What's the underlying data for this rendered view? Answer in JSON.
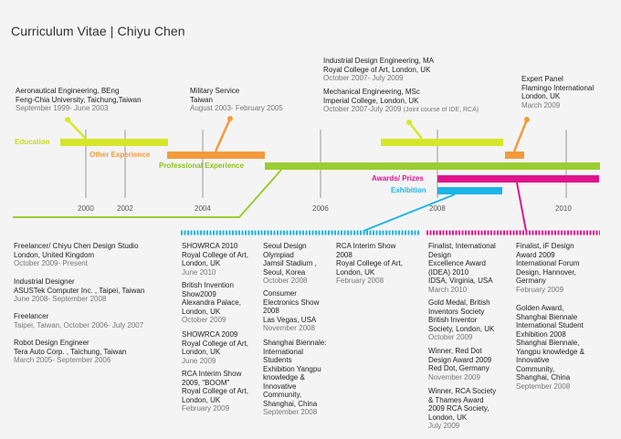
{
  "header": {
    "title": "Curriculum Vitae | Chiyu Chen"
  },
  "tracks": {
    "education": "Education",
    "other": "Other Experience",
    "professional": "Professional Experience",
    "awards": "Awards/ Prizes",
    "exhibition": "Exhibition"
  },
  "years": [
    "2000",
    "2002",
    "2004",
    "2006",
    "2008",
    "2010"
  ],
  "top_entries": {
    "beng": {
      "l1": "Aeronautical Engineering, BEng",
      "l2": "Feng-Chia University, Taichung,Taiwan",
      "date": "September 1999- June 2003"
    },
    "military": {
      "l1": "Military Service",
      "l2": "Taiwan",
      "date": "August 2003- February 2005"
    },
    "ide": {
      "l1": "Industrial Design Engineering, MA",
      "l2": "Royal College of Art, London, UK",
      "date": "October 2007- July 2009"
    },
    "msc": {
      "l1": "Mechanical Engineering, MSc",
      "l2": "Imperial College, London, UK",
      "date": "October 2007-July 2009",
      "note": "(Joint course of IDE, RCA)"
    },
    "panel": {
      "l1": "Expert Panel",
      "l2": "Flamingo International",
      "l3": "London, UK",
      "date": "March 2009"
    }
  },
  "professional": [
    {
      "l1": "Freelancer/ Chiyu Chen Design Studio",
      "l2": "London, United Kingdom",
      "date": "October 2009- Present"
    },
    {
      "l1": "Industrial Designer",
      "l2": "ASUSTek Computer Inc. , Taipei, Taiwan",
      "date": "June 2008- September 2008"
    },
    {
      "l1": "Freelancer",
      "l2": "Taipei, Taiwan, October 2006- July 2007",
      "date": ""
    },
    {
      "l1": "Robot Design Engineer",
      "l2": "Tera Auto Corp. , Taichung, Taiwan",
      "date": "March 2005- September 2006"
    }
  ],
  "exhibitions": {
    "col1": [
      {
        "lines": [
          "SHOWRCA 2010",
          "Royal College of Art,",
          "London, UK"
        ],
        "date": "June 2010"
      },
      {
        "lines": [
          "British Invention",
          "Show2009",
          "Alexandra Palace,",
          "London, UK"
        ],
        "date": "October 2009"
      },
      {
        "lines": [
          "SHOWRCA 2009",
          "Royal College of Art,",
          "London, UK"
        ],
        "date": "June 2009"
      },
      {
        "lines": [
          "RCA Interim Show",
          "2009, \"BOOM\"",
          "Royal College of Art,",
          "London, UK"
        ],
        "date": "February 2009"
      }
    ],
    "col2": [
      {
        "lines": [
          "Seoul Design",
          "Olympiad",
          "Jamsil Stadium ,",
          "Seoul, Korea"
        ],
        "date": "October 2008"
      },
      {
        "lines": [
          "Consumer",
          "Electronics Show",
          "2008",
          "Las Vegas, USA"
        ],
        "date": "November 2008"
      },
      {
        "lines": [
          "Shanghai Biennale:",
          "International",
          "Students",
          "Exhibition Yangpu",
          "knowledge &",
          "Innovative",
          "Community,",
          "Shanghai, China"
        ],
        "date": "September 2008"
      }
    ],
    "col3": [
      {
        "lines": [
          "RCA Interim Show",
          "2008",
          "Royal College of Art,",
          "London, UK"
        ],
        "date": "February 2008"
      }
    ]
  },
  "awards": {
    "col1": [
      {
        "lines": [
          "Finalist, International",
          "Design",
          "Excellence Award",
          "(IDEA) 2010",
          "IDSA, Virginia, USA"
        ],
        "date": "March 2010"
      },
      {
        "lines": [
          "Gold Medal, British",
          "Inventors Society",
          "British Inventor",
          "Society, London, UK"
        ],
        "date": "October 2009"
      },
      {
        "lines": [
          "Winner, Red Dot",
          "Design Award 2009",
          "Red Dot, Germany"
        ],
        "date": "November 2009"
      },
      {
        "lines": [
          "Winner, RCA Society",
          "& Thames Award",
          "2009 RCA Society,",
          "London, UK"
        ],
        "date": "July 2009"
      }
    ],
    "col2": [
      {
        "lines": [
          "Finalist, iF Design",
          "Award 2009",
          "International Forum",
          "Design, Hannover,",
          "Germany"
        ],
        "date": "February 2009"
      },
      {
        "lines": [
          "Golden Award,",
          "Shanghai Biennale",
          "International Student",
          "Exhibition 2008",
          "Shanghai Biennale,",
          "Yangpu knowledge &",
          "Innovative",
          "Community,",
          "Shanghai, China"
        ],
        "date": "September 2008"
      }
    ]
  },
  "colors": {
    "education": "#d6e62a",
    "other": "#f39a3c",
    "professional": "#9acd32",
    "awards": "#e0138c",
    "exhibition": "#1eb4e6"
  }
}
